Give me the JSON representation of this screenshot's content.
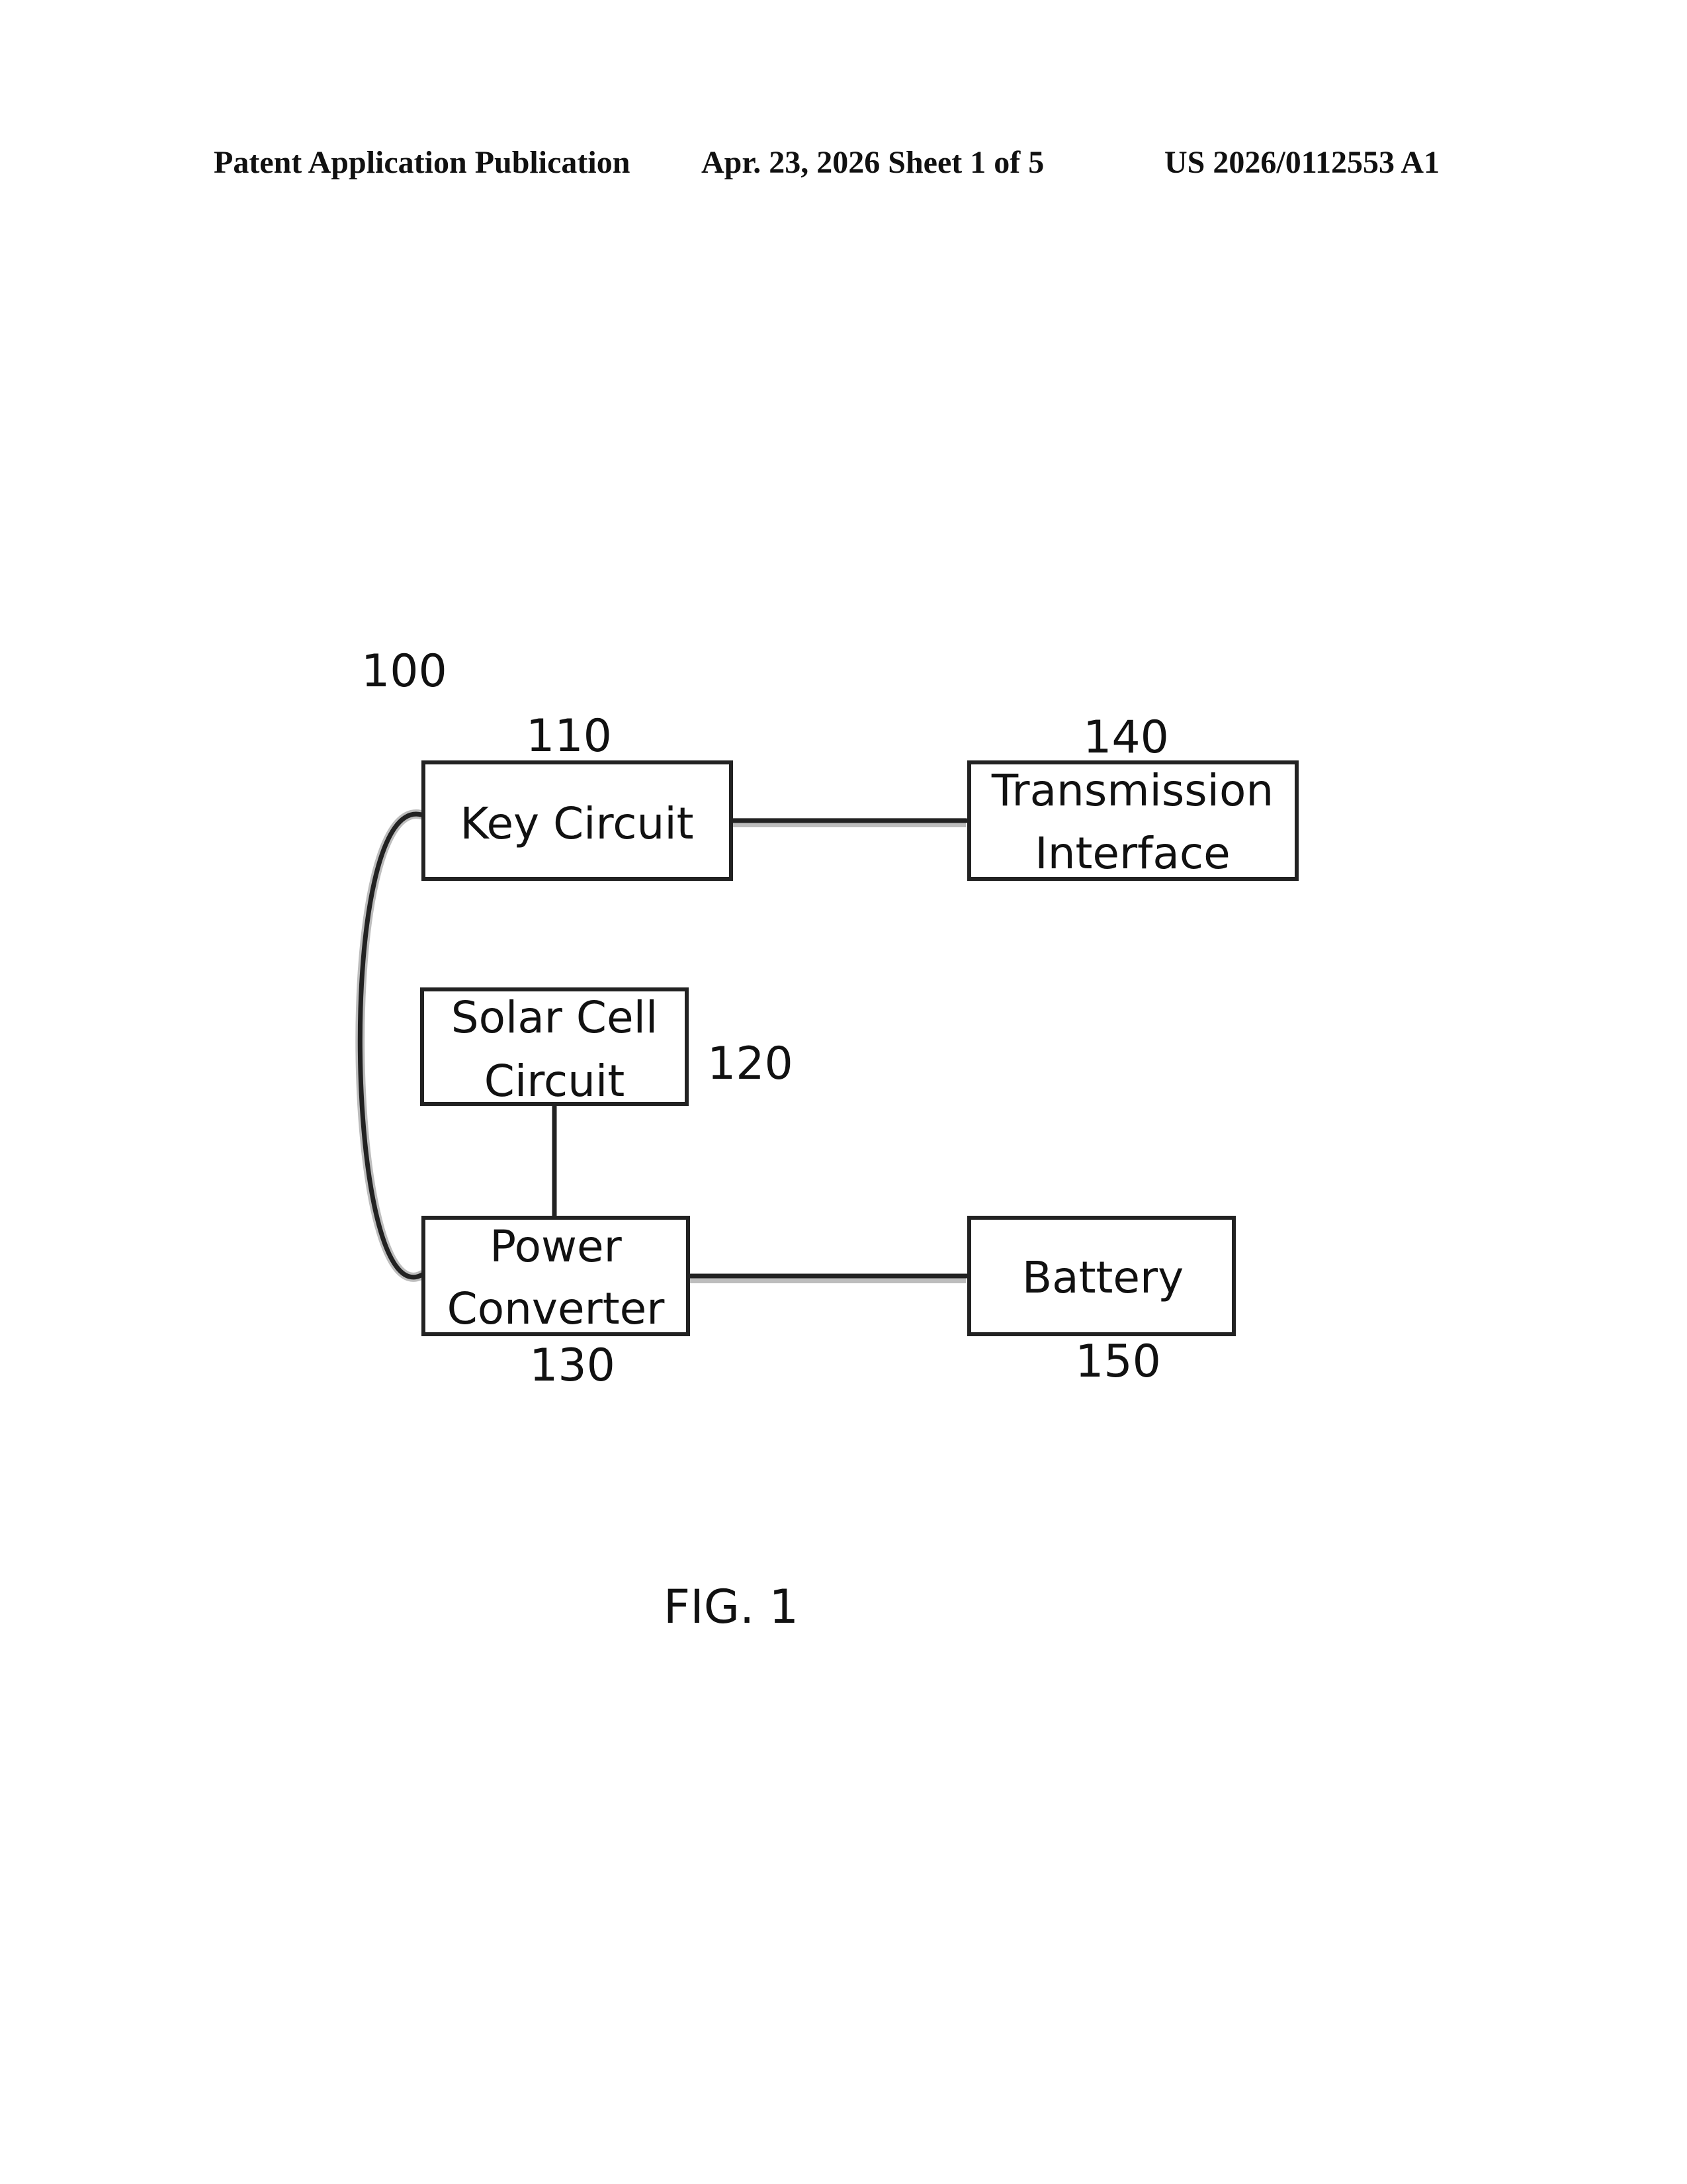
{
  "header": {
    "left": "Patent Application Publication",
    "middle": "Apr. 23, 2026  Sheet 1 of 5",
    "right": "US 2026/0112553 A1"
  },
  "figure": {
    "ref_system": "100",
    "caption": "FIG. 1",
    "blocks": {
      "key_circuit": {
        "label": "Key Circuit",
        "ref": "110"
      },
      "solar_cell_circuit": {
        "line1": "Solar Cell",
        "line2": "Circuit",
        "ref": "120"
      },
      "power_converter": {
        "line1": "Power",
        "line2": "Converter",
        "ref": "130"
      },
      "transmission_interface": {
        "line1": "Transmission",
        "line2": "Interface",
        "ref": "140"
      },
      "battery": {
        "label": "Battery",
        "ref": "150"
      }
    }
  }
}
